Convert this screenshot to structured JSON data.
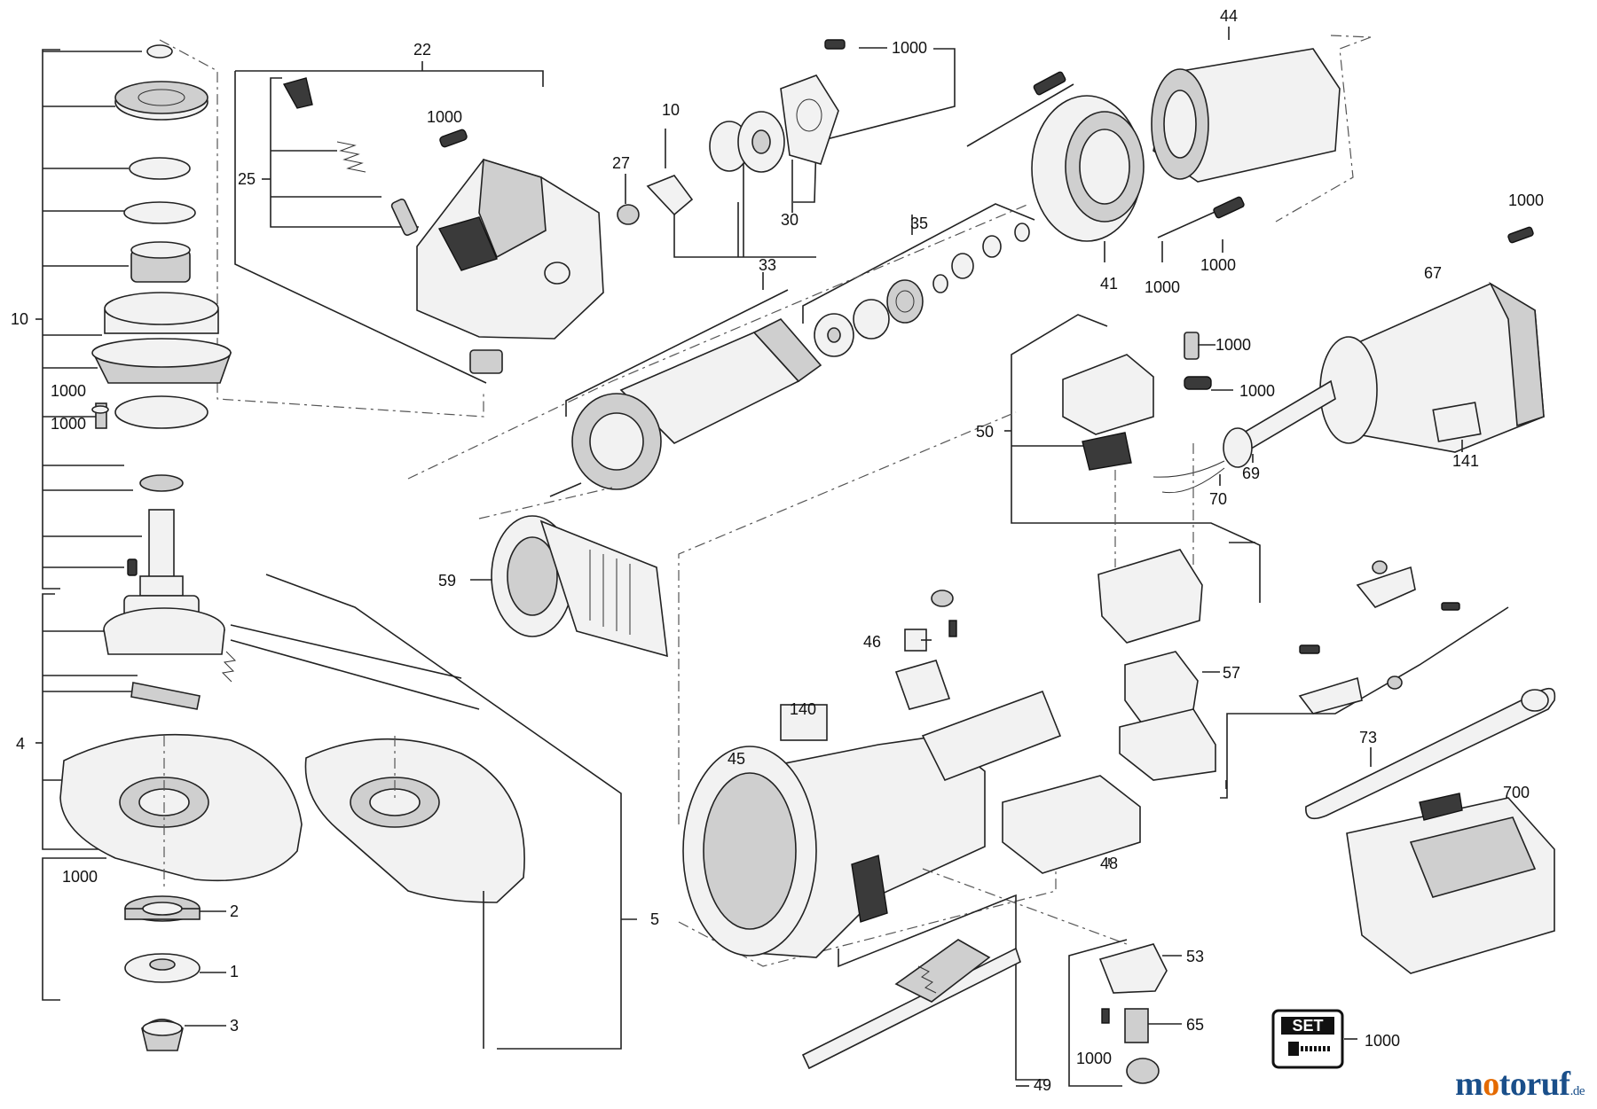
{
  "labels": {
    "l1000_top": "1000",
    "l22": "22",
    "l44": "44",
    "l1000_a": "1000",
    "l10_top": "10",
    "l27": "27",
    "l25": "25",
    "l30": "30",
    "l35": "35",
    "l33": "33",
    "l41": "41",
    "l1000_b": "1000",
    "l1000_c": "1000",
    "l1000_d": "1000",
    "l67": "67",
    "l10_left": "10",
    "l1000_e": "1000",
    "l1000_f": "1000",
    "l1000_g": "1000",
    "l1000_h": "1000",
    "l50": "50",
    "l141": "141",
    "l69": "69",
    "l70": "70",
    "l59": "59",
    "l46": "46",
    "l57": "57",
    "l4": "4",
    "l140": "140",
    "l45": "45",
    "l73": "73",
    "l700": "700",
    "l48": "48",
    "l1000_i": "1000",
    "l2": "2",
    "l5": "5",
    "l1": "1",
    "l53": "53",
    "l3": "3",
    "l65": "65",
    "l1000_j": "1000",
    "l49": "49",
    "l1000_k": "1000"
  },
  "set_badge": "SET",
  "watermark": {
    "name_a": "m",
    "name_o": "o",
    "name_b": "toruf",
    "tld": ".de"
  }
}
